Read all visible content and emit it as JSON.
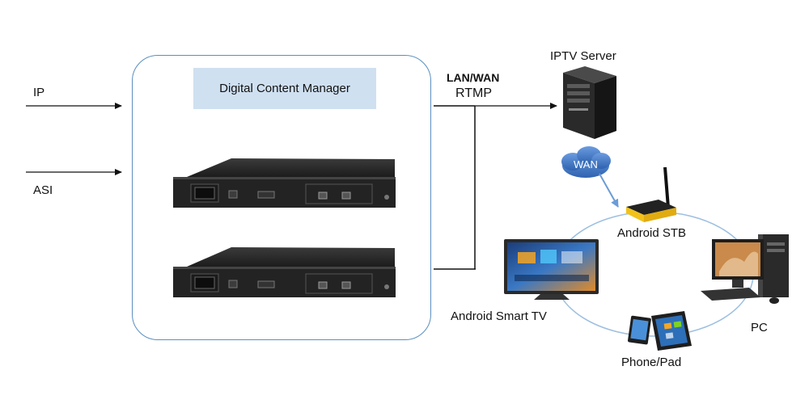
{
  "inputs": {
    "ip_label": "IP",
    "asi_label": "ASI"
  },
  "dcm": {
    "title": "Digital Content Manager"
  },
  "link": {
    "line1": "LAN/WAN",
    "line2": "RTMP"
  },
  "server": {
    "label": "IPTV Server"
  },
  "cloud": {
    "label": "WAN"
  },
  "devices": {
    "stb": "Android STB",
    "tv": "Android Smart TV",
    "pc": "PC",
    "phone_pad": "Phone/Pad"
  },
  "colors": {
    "box_border": "#5b8fbf",
    "title_bg": "#cfe0f1",
    "cloud": "#4a7fc4",
    "stb_yellow": "#f2c21a",
    "ring": "#9cbfe0"
  },
  "icons": [
    "encoder-device-icon",
    "server-tower-icon",
    "cloud-icon",
    "set-top-box-icon",
    "smart-tv-icon",
    "desktop-pc-icon",
    "tablet-icon",
    "phone-icon"
  ]
}
